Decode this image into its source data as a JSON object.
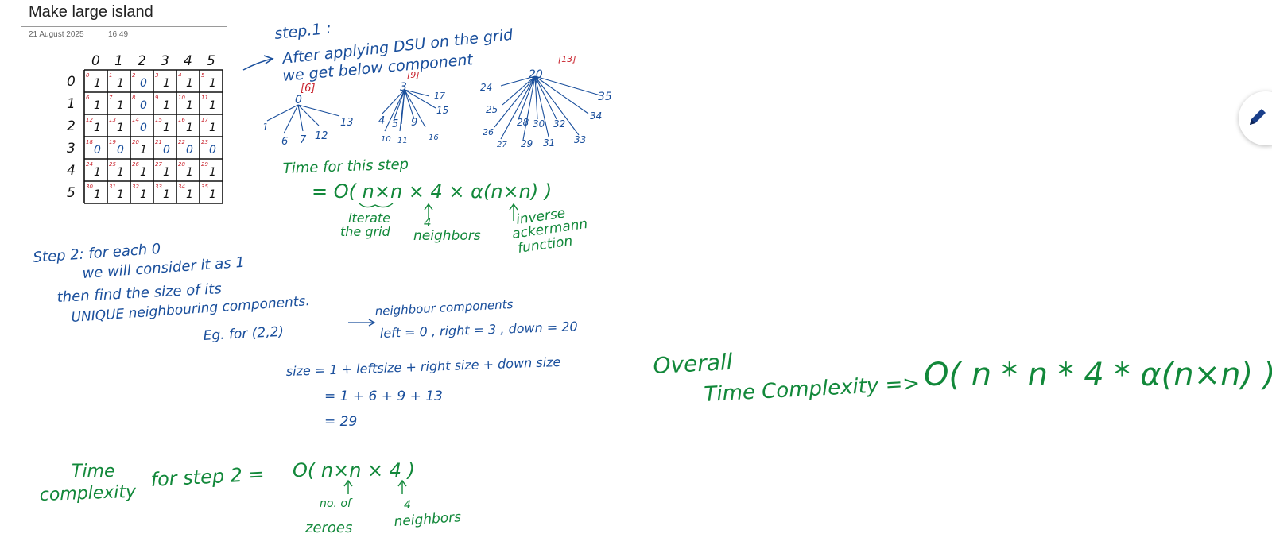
{
  "page": {
    "title": "Make large island",
    "date": "21 August 2025",
    "time": "16:49"
  },
  "colors": {
    "blue_ink": "#1a4f9c",
    "green_ink": "#12883a",
    "red_ink": "#c8202a"
  },
  "grid": {
    "col_headers": [
      "0",
      "1",
      "2",
      "3",
      "4",
      "5"
    ],
    "row_headers": [
      "0",
      "1",
      "2",
      "3",
      "4",
      "5"
    ],
    "cells": [
      [
        "1",
        "1",
        "0",
        "1",
        "1",
        "1"
      ],
      [
        "1",
        "1",
        "0",
        "1",
        "1",
        "1"
      ],
      [
        "1",
        "1",
        "0",
        "1",
        "1",
        "1"
      ],
      [
        "0",
        "0",
        "1",
        "0",
        "0",
        "0"
      ],
      [
        "1",
        "1",
        "1",
        "1",
        "1",
        "1"
      ],
      [
        "1",
        "1",
        "1",
        "1",
        "1",
        "1"
      ]
    ],
    "cell_ids": [
      [
        "0",
        "1",
        "2",
        "3",
        "4",
        "5"
      ],
      [
        "6",
        "7",
        "8",
        "9",
        "10",
        "11"
      ],
      [
        "12",
        "13",
        "14",
        "15",
        "16",
        "17"
      ],
      [
        "18",
        "19",
        "20",
        "21",
        "22",
        "23"
      ],
      [
        "24",
        "25",
        "26",
        "27",
        "28",
        "29"
      ],
      [
        "30",
        "31",
        "32",
        "33",
        "34",
        "35"
      ]
    ]
  },
  "step1": {
    "lines": [
      "step.1 :",
      "After applying DSU on the grid",
      "we get below component"
    ],
    "trees": [
      {
        "root": "0",
        "size": "[6]",
        "children": [
          "1",
          "6",
          "7",
          "12",
          "13"
        ]
      },
      {
        "root": "3",
        "size": "[9]",
        "children": [
          "4",
          "5",
          "9",
          "10",
          "11",
          "15",
          "16",
          "17"
        ]
      },
      {
        "root": "20",
        "size": "[13]",
        "children": [
          "24",
          "25",
          "26",
          "27",
          "28",
          "29",
          "30",
          "31",
          "32",
          "33",
          "34",
          "35"
        ]
      }
    ],
    "time_heading": "Time for this step",
    "formula": "= O( n×n × 4 × α(n×n) )",
    "notes": [
      "iterate",
      "the grid",
      "4",
      "neighbors",
      "inverse",
      "ackermann",
      "function"
    ]
  },
  "step2": {
    "lines": [
      "Step 2:  for each 0",
      "we will consider it as 1",
      "then find the size of its",
      "UNIQUE neighbouring components."
    ],
    "example": "Eg. for (2,2)",
    "neighbour_label": "neighbour components",
    "neighbour_values": "left = 0 ,  right = 3 ,  down = 20",
    "size_lines": [
      "size = 1 + leftsize + right size + down size",
      "= 1 + 6 + 9 + 13",
      "= 29"
    ],
    "time_label": [
      "Time",
      "complexity",
      "for step 2 ="
    ],
    "time_formula": "O( n×n × 4 )",
    "time_notes": [
      "no. of",
      "zeroes",
      "4",
      "neighbors"
    ]
  },
  "overall": {
    "label": [
      "Overall",
      "Time Complexity =>"
    ],
    "formula": "O( n * n * 4 * α(n×n) )"
  },
  "toolbar": {
    "pen_icon": "pen-icon"
  }
}
